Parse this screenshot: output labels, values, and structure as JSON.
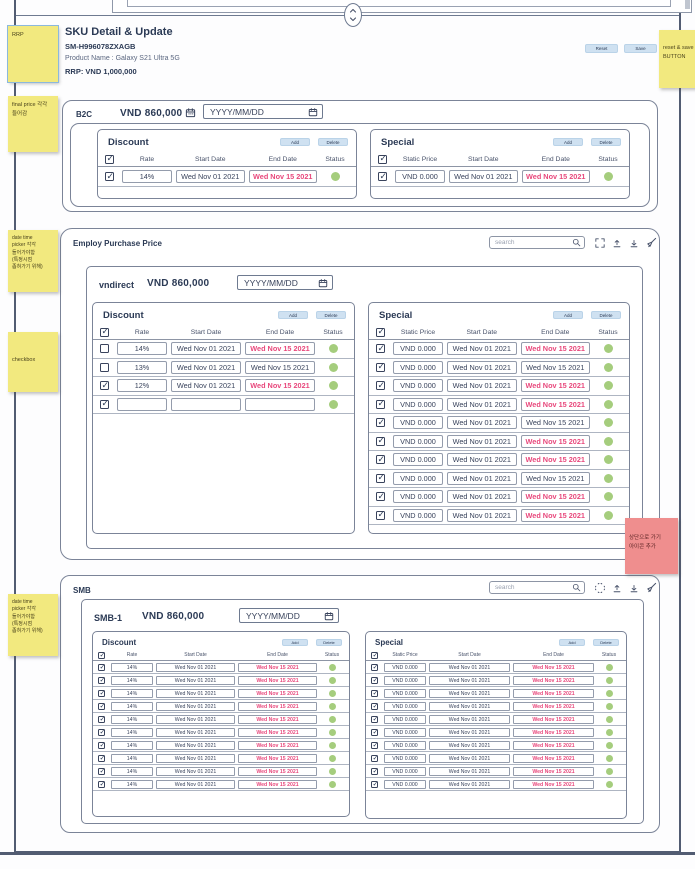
{
  "actions": {
    "add": "Add",
    "delete": "Delete"
  },
  "header": {
    "title": "SKU Detail & Update",
    "sku": "SM-H996078ZXAGB",
    "product_name": "Product Name : Galaxy S21 Ultra 5G",
    "rrp": "RRP:  VND 1,000,000",
    "reset_label": "Reset",
    "save_label": "Save"
  },
  "b2c": {
    "label": "B2C",
    "price": "VND 860,000",
    "date_placeholder": "YYYY/MM/DD",
    "discount": {
      "title": "Discount",
      "columns": [
        "Rate",
        "Start Date",
        "End Date",
        "Status"
      ],
      "rows": [
        {
          "checked": true,
          "value": "14%",
          "start": "Wed Nov 01 2021",
          "end": "Wed Nov 15 2021",
          "end_red": true,
          "status": "green"
        }
      ]
    },
    "special": {
      "title": "Special",
      "columns": [
        "Static Price",
        "Start Date",
        "End Date",
        "Status"
      ],
      "rows": [
        {
          "checked": true,
          "value": "VND 0.000",
          "start": "Wed Nov 01 2021",
          "end": "Wed Nov 15 2021",
          "end_red": true,
          "status": "green"
        }
      ]
    }
  },
  "epp": {
    "label": "Employ Purchase Price",
    "search_placeholder": "search",
    "vendor": {
      "name": "vndirect",
      "price": "VND 860,000",
      "date_placeholder": "YYYY/MM/DD",
      "discount": {
        "title": "Discount",
        "columns": [
          "Rate",
          "Start Date",
          "End Date",
          "Status"
        ],
        "rows": [
          {
            "checked": false,
            "value": "14%",
            "start": "Wed Nov 01 2021",
            "end": "Wed Nov 15 2021",
            "end_red": true,
            "status": "green"
          },
          {
            "checked": false,
            "value": "13%",
            "start": "Wed Nov 01 2021",
            "end": "Wed Nov 15 2021",
            "end_red": false,
            "status": "green"
          },
          {
            "checked": true,
            "value": "12%",
            "start": "Wed Nov 01 2021",
            "end": "Wed Nov 15 2021",
            "end_red": true,
            "status": "green"
          },
          {
            "checked": true,
            "value": "",
            "start": "",
            "end": "",
            "end_red": false,
            "status": "green"
          }
        ]
      },
      "special": {
        "title": "Special",
        "columns": [
          "Static Price",
          "Start Date",
          "End Date",
          "Status"
        ],
        "rows": [
          {
            "checked": true,
            "value": "VND 0.000",
            "start": "Wed Nov 01 2021",
            "end": "Wed Nov 15 2021",
            "end_red": true,
            "status": "green"
          },
          {
            "checked": true,
            "value": "VND 0.000",
            "start": "Wed Nov 01 2021",
            "end": "Wed Nov 15 2021",
            "end_red": false,
            "status": "green"
          },
          {
            "checked": true,
            "value": "VND 0.000",
            "start": "Wed Nov 01 2021",
            "end": "Wed Nov 15 2021",
            "end_red": true,
            "status": "green"
          },
          {
            "checked": true,
            "value": "VND 0.000",
            "start": "Wed Nov 01 2021",
            "end": "Wed Nov 15 2021",
            "end_red": true,
            "status": "green"
          },
          {
            "checked": true,
            "value": "VND 0.000",
            "start": "Wed Nov 01 2021",
            "end": "Wed Nov 15 2021",
            "end_red": false,
            "status": "green"
          },
          {
            "checked": true,
            "value": "VND 0.000",
            "start": "Wed Nov 01 2021",
            "end": "Wed Nov 15 2021",
            "end_red": true,
            "status": "green"
          },
          {
            "checked": true,
            "value": "VND 0.000",
            "start": "Wed Nov 01 2021",
            "end": "Wed Nov 15 2021",
            "end_red": true,
            "status": "green"
          },
          {
            "checked": true,
            "value": "VND 0.000",
            "start": "Wed Nov 01 2021",
            "end": "Wed Nov 15 2021",
            "end_red": false,
            "status": "green"
          },
          {
            "checked": true,
            "value": "VND 0.000",
            "start": "Wed Nov 01 2021",
            "end": "Wed Nov 15 2021",
            "end_red": true,
            "status": "green"
          },
          {
            "checked": true,
            "value": "VND 0.000",
            "start": "Wed Nov 01 2021",
            "end": "Wed Nov 15 2021",
            "end_red": true,
            "status": "green"
          }
        ]
      }
    }
  },
  "smb": {
    "label": "SMB",
    "search_placeholder": "search",
    "vendor": {
      "name": "SMB-1",
      "price": "VND 860,000",
      "date_placeholder": "YYYY/MM/DD",
      "discount": {
        "title": "Discount",
        "columns": [
          "Rate",
          "Start Date",
          "End Date",
          "Status"
        ],
        "rows": [
          {
            "checked": true,
            "value": "14%",
            "start": "Wed Nov 01 2021",
            "end": "Wed Nov 15 2021",
            "end_red": true,
            "status": "green"
          },
          {
            "checked": true,
            "value": "14%",
            "start": "Wed Nov 01 2021",
            "end": "Wed Nov 15 2021",
            "end_red": true,
            "status": "green"
          },
          {
            "checked": true,
            "value": "14%",
            "start": "Wed Nov 01 2021",
            "end": "Wed Nov 15 2021",
            "end_red": true,
            "status": "green"
          },
          {
            "checked": true,
            "value": "14%",
            "start": "Wed Nov 01 2021",
            "end": "Wed Nov 15 2021",
            "end_red": true,
            "status": "green"
          },
          {
            "checked": true,
            "value": "14%",
            "start": "Wed Nov 01 2021",
            "end": "Wed Nov 15 2021",
            "end_red": true,
            "status": "green"
          },
          {
            "checked": true,
            "value": "14%",
            "start": "Wed Nov 01 2021",
            "end": "Wed Nov 15 2021",
            "end_red": true,
            "status": "green"
          },
          {
            "checked": true,
            "value": "14%",
            "start": "Wed Nov 01 2021",
            "end": "Wed Nov 15 2021",
            "end_red": true,
            "status": "green"
          },
          {
            "checked": true,
            "value": "14%",
            "start": "Wed Nov 01 2021",
            "end": "Wed Nov 15 2021",
            "end_red": true,
            "status": "green"
          },
          {
            "checked": true,
            "value": "14%",
            "start": "Wed Nov 01 2021",
            "end": "Wed Nov 15 2021",
            "end_red": true,
            "status": "green"
          },
          {
            "checked": true,
            "value": "14%",
            "start": "Wed Nov 01 2021",
            "end": "Wed Nov 15 2021",
            "end_red": true,
            "status": "green"
          }
        ]
      },
      "special": {
        "title": "Special",
        "columns": [
          "Static Price",
          "Start Date",
          "End Date",
          "Status"
        ],
        "rows": [
          {
            "checked": true,
            "value": "VND 0.000",
            "start": "Wed Nov 01 2021",
            "end": "Wed Nov 15 2021",
            "end_red": true,
            "status": "green"
          },
          {
            "checked": true,
            "value": "VND 0.000",
            "start": "Wed Nov 01 2021",
            "end": "Wed Nov 15 2021",
            "end_red": true,
            "status": "green"
          },
          {
            "checked": true,
            "value": "VND 0.000",
            "start": "Wed Nov 01 2021",
            "end": "Wed Nov 15 2021",
            "end_red": true,
            "status": "green"
          },
          {
            "checked": true,
            "value": "VND 0.000",
            "start": "Wed Nov 01 2021",
            "end": "Wed Nov 15 2021",
            "end_red": true,
            "status": "green"
          },
          {
            "checked": true,
            "value": "VND 0.000",
            "start": "Wed Nov 01 2021",
            "end": "Wed Nov 15 2021",
            "end_red": true,
            "status": "green"
          },
          {
            "checked": true,
            "value": "VND 0.000",
            "start": "Wed Nov 01 2021",
            "end": "Wed Nov 15 2021",
            "end_red": true,
            "status": "green"
          },
          {
            "checked": true,
            "value": "VND 0.000",
            "start": "Wed Nov 01 2021",
            "end": "Wed Nov 15 2021",
            "end_red": true,
            "status": "green"
          },
          {
            "checked": true,
            "value": "VND 0.000",
            "start": "Wed Nov 01 2021",
            "end": "Wed Nov 15 2021",
            "end_red": true,
            "status": "green"
          },
          {
            "checked": true,
            "value": "VND 0.000",
            "start": "Wed Nov 01 2021",
            "end": "Wed Nov 15 2021",
            "end_red": true,
            "status": "green"
          },
          {
            "checked": true,
            "value": "VND 0.000",
            "start": "Wed Nov 01 2021",
            "end": "Wed Nov 15 2021",
            "end_red": true,
            "status": "green"
          }
        ]
      }
    }
  },
  "notes": {
    "rrp": "RRP",
    "final_price": "final price 각각\n들어감",
    "datetime_1": "date time\npicker 각각\n들어가야함\n(특정시점\n좁혀가기 위해)",
    "checkbox": "checkbox",
    "datetime_2": "date time\npicker 각각\n들어가야함\n(특정시점\n좁혀가기 위해)",
    "reset_save": "reset & save\nBUTTON",
    "go_top": "상단으로 가기\n아이콘 추가"
  },
  "icons": {
    "toolbar": [
      "fullscreen-icon",
      "arrow-up-icon",
      "arrow-down-icon",
      "broom-icon"
    ],
    "calendar": "calendar-icon",
    "search": "search-icon",
    "toggle": "collapse-toggle-icon"
  },
  "colors": {
    "accent_blue": "#cfe1f1",
    "alert_red": "#e8487c",
    "status_green": "#a5cd7d",
    "line_gray": "#7b8498",
    "note_yellow": "#f2e97f",
    "note_pink": "#ef8e8e"
  }
}
